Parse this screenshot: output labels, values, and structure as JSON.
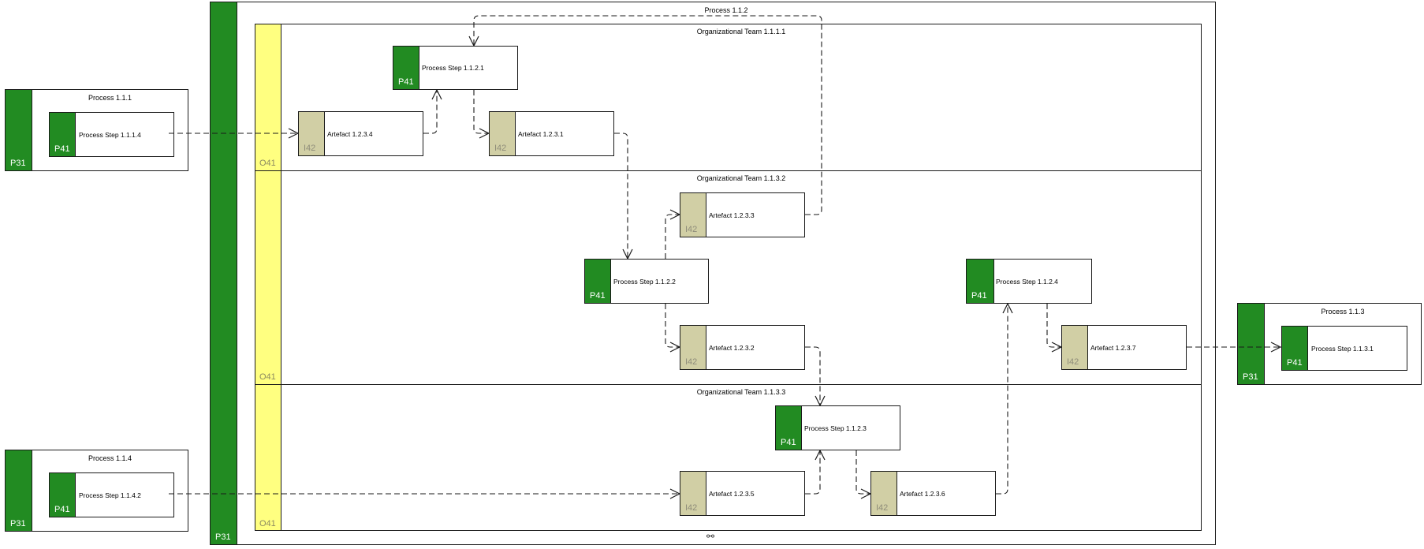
{
  "diagram": {
    "main_process": {
      "title": "Process 1.1.2",
      "code": "P31",
      "link_icon": "link-icon",
      "link_glyph": "⚯"
    },
    "lanes": [
      {
        "id": "team1",
        "title": "Organizational Team 1.1.1.1",
        "code": "O41"
      },
      {
        "id": "team2",
        "title": "Organizational Team 1.1.3.2",
        "code": "O41"
      },
      {
        "id": "team3",
        "title": "Organizational Team 1.1.3.3",
        "code": "O41"
      }
    ],
    "external_processes": [
      {
        "id": "p111",
        "title": "Process 1.1.1",
        "code": "P31",
        "step": {
          "label": "Process Step 1.1.1.4",
          "code": "P41"
        }
      },
      {
        "id": "p114",
        "title": "Process 1.1.4",
        "code": "P31",
        "step": {
          "label": "Process Step 1.1.4.2",
          "code": "P41"
        }
      },
      {
        "id": "p113",
        "title": "Process 1.1.3",
        "code": "P31",
        "step": {
          "label": "Process Step 1.1.3.1",
          "code": "P41"
        }
      }
    ],
    "process_steps": [
      {
        "id": "s1121",
        "label": "Process Step 1.1.2.1",
        "code": "P41"
      },
      {
        "id": "s1122",
        "label": "Process Step 1.1.2.2",
        "code": "P41"
      },
      {
        "id": "s1123",
        "label": "Process Step 1.1.2.3",
        "code": "P41"
      },
      {
        "id": "s1124",
        "label": "Process Step 1.1.2.4",
        "code": "P41"
      }
    ],
    "artefacts": [
      {
        "id": "a1234",
        "label": "Artefact 1.2.3.4",
        "code": "I42"
      },
      {
        "id": "a1231",
        "label": "Artefact 1.2.3.1",
        "code": "I42"
      },
      {
        "id": "a1233",
        "label": "Artefact 1.2.3.3",
        "code": "I42"
      },
      {
        "id": "a1232",
        "label": "Artefact 1.2.3.2",
        "code": "I42"
      },
      {
        "id": "a1237",
        "label": "Artefact 1.2.3.7",
        "code": "I42"
      },
      {
        "id": "a1235",
        "label": "Artefact 1.2.3.5",
        "code": "I42"
      },
      {
        "id": "a1236",
        "label": "Artefact 1.2.3.6",
        "code": "I42"
      }
    ],
    "colors": {
      "process_green": "#228b22",
      "team_yellow": "#ffff80",
      "artefact_tan": "#d1cfa5",
      "border": "#1a1a1a"
    }
  }
}
